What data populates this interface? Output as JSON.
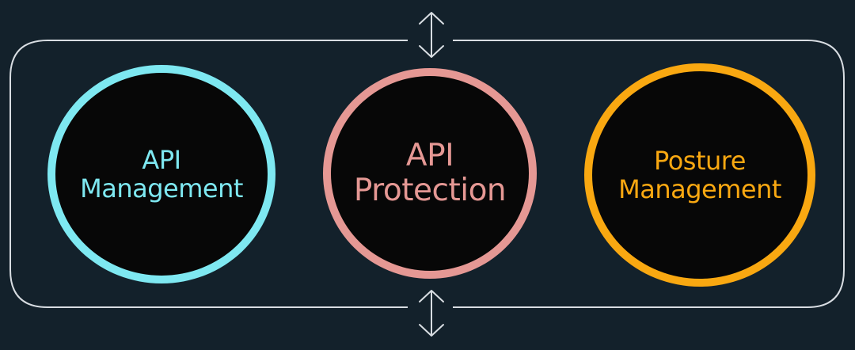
{
  "colors": {
    "background": "#13212b",
    "frame": "#d8dde2",
    "circle_fill": "#070707",
    "management": "#7ee8f1",
    "protection": "#e59894",
    "posture": "#f9a811"
  },
  "pillars": [
    {
      "line1": "API",
      "line2": "Management"
    },
    {
      "line1": "API",
      "line2": "Protection"
    },
    {
      "line1": "Posture",
      "line2": "Management"
    }
  ],
  "icons": {
    "top_arrow": "double-arrow-vertical-icon",
    "bottom_arrow": "double-arrow-vertical-icon"
  }
}
